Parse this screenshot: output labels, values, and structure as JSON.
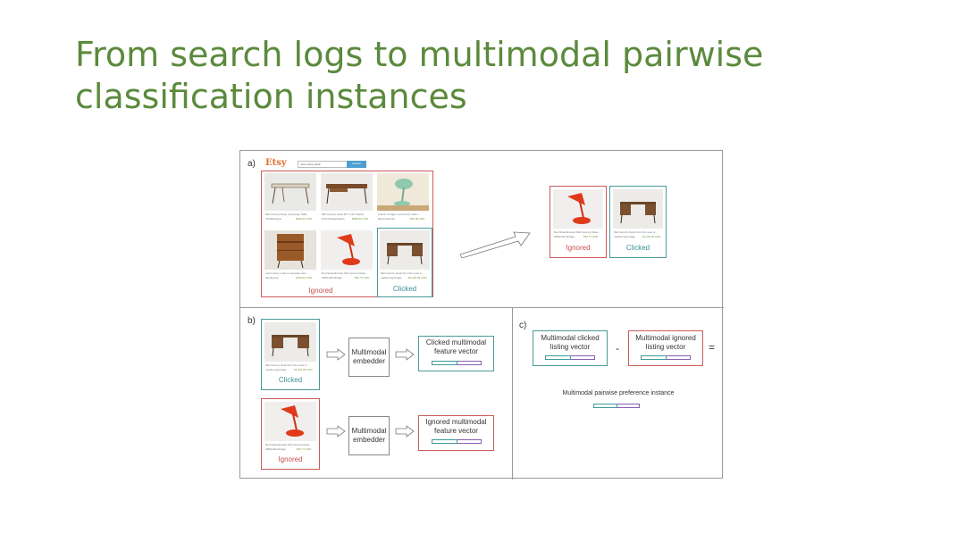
{
  "slide": {
    "title": "From search logs to multimodal pairwise classification instances"
  },
  "panel_a": {
    "label": "a)",
    "brand": "Etsy",
    "search_query": "mid century desk",
    "search_button": "Search",
    "listings": [
      {
        "caption": "Mid-Century Desk | Entryway Table",
        "shop": "CHWDesigns",
        "price": "$495.00 USD"
      },
      {
        "caption": "Mid Century Desk 48\" or 60\" Walnu...",
        "shop": "PrismDesignStudio",
        "price": "$985.00 USD"
      },
      {
        "caption": "French vintage mid-century desk l...",
        "shop": "labonnefrance",
        "price": "$60.00 USD"
      },
      {
        "caption": "mid century modern secretary des...",
        "shop": "daydreams",
        "price": "$769.00 USD"
      },
      {
        "caption": "Red Scandinavian Mid Century Desk...",
        "shop": "GBStudioVintage",
        "price": "$32.77 USD"
      },
      {
        "caption": "Mid Century Desk from the Lane A...",
        "shop": "melbourngvintage",
        "price": "$1,416.00 USD"
      }
    ],
    "ignored_label": "Ignored",
    "clicked_label": "Clicked",
    "result_pair": [
      {
        "caption": "Red Scandinavian Mid Century Desk...",
        "shop": "GBStudioVintage",
        "price": "$32.77 USD",
        "label": "Ignored"
      },
      {
        "caption": "Mid Century Desk from the Lane A...",
        "shop": "melbourngvintage",
        "price": "$1,416.00 USD",
        "label": "Clicked"
      }
    ]
  },
  "panel_b": {
    "label": "b)",
    "clicked": {
      "caption": "Mid Century Desk from the Lane A...",
      "shop": "melbourngvintage",
      "price": "$1,416.00 USD",
      "label": "Clicked"
    },
    "ignored": {
      "caption": "Red Scandinavian Mid Century Desk...",
      "shop": "GBStudioVintage",
      "price": "$32.77 USD",
      "label": "Ignored"
    },
    "embedder_line1": "Multimodal",
    "embedder_line2": "embedder",
    "clicked_vector_line1": "Clicked multimodal",
    "clicked_vector_line2": "feature vector",
    "ignored_vector_line1": "Ignored multimodal",
    "ignored_vector_line2": "feature vector"
  },
  "panel_c": {
    "label": "c)",
    "clicked_line1": "Multimodal clicked",
    "clicked_line2": "listing vector",
    "ignored_line1": "Multimodal ignored",
    "ignored_line2": "listing vector",
    "minus": "-",
    "equals": "=",
    "result_label": "Multimodal pairwise preference instance"
  }
}
